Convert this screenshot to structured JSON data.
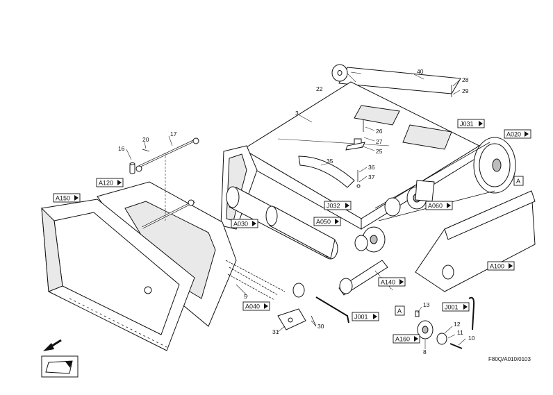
{
  "drawing": {
    "reference": "F80Q/A010/0103"
  },
  "group_tags": {
    "A020": "A020",
    "A030": "A030",
    "A040": "A040",
    "A050": "A050",
    "A060": "A060",
    "A100": "A100",
    "A120": "A120",
    "A140": "A140",
    "A150": "A150",
    "A160": "A160",
    "J001a": "J001",
    "J001b": "J001",
    "J031": "J031",
    "J032": "J032",
    "A_detail_1": "A",
    "A_detail_2": "A"
  },
  "part_numbers": {
    "p3": "3",
    "p5": "5",
    "p8": "8",
    "p10": "10",
    "p11": "11",
    "p12": "12",
    "p13": "13",
    "p16": "16",
    "p17": "17",
    "p20": "20",
    "p22": "22",
    "p25": "25",
    "p26": "26",
    "p27": "27",
    "p28": "28",
    "p29": "29",
    "p30": "30",
    "p31": "31",
    "p35": "35",
    "p36": "36",
    "p37": "37",
    "p40": "40"
  },
  "icons": {
    "direction_arrow": "arrow-down-left-icon",
    "view_symbol": "machine-outline-icon"
  }
}
